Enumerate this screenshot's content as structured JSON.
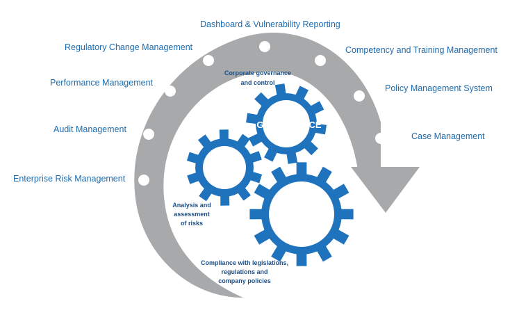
{
  "colors": {
    "arrow": "#a7a9ab",
    "gear": "#1f73bd",
    "label_text": "#1d6cb0",
    "note_text": "#1d4f86",
    "gear_text": "#ffffff",
    "dot": "#ffffff"
  },
  "cycle_items": [
    "Enterprise Risk Management",
    "Audit Management",
    "Performance Management",
    "Regulatory Change Management",
    "Dashboard & Vulnerability Reporting",
    "Competency and Training Management",
    "Policy Management System",
    "Case Management"
  ],
  "gears": {
    "governance": {
      "title": "GOVERNANCE",
      "note": [
        "Corporate governance",
        "and control"
      ]
    },
    "risk": {
      "title": "RISK",
      "note": [
        "Analysis and",
        "assessment",
        "of risks"
      ]
    },
    "compliance": {
      "title": "COMPLIANCE",
      "note": [
        "Compliance with legislations,",
        "regulations and",
        "company policies"
      ]
    }
  }
}
